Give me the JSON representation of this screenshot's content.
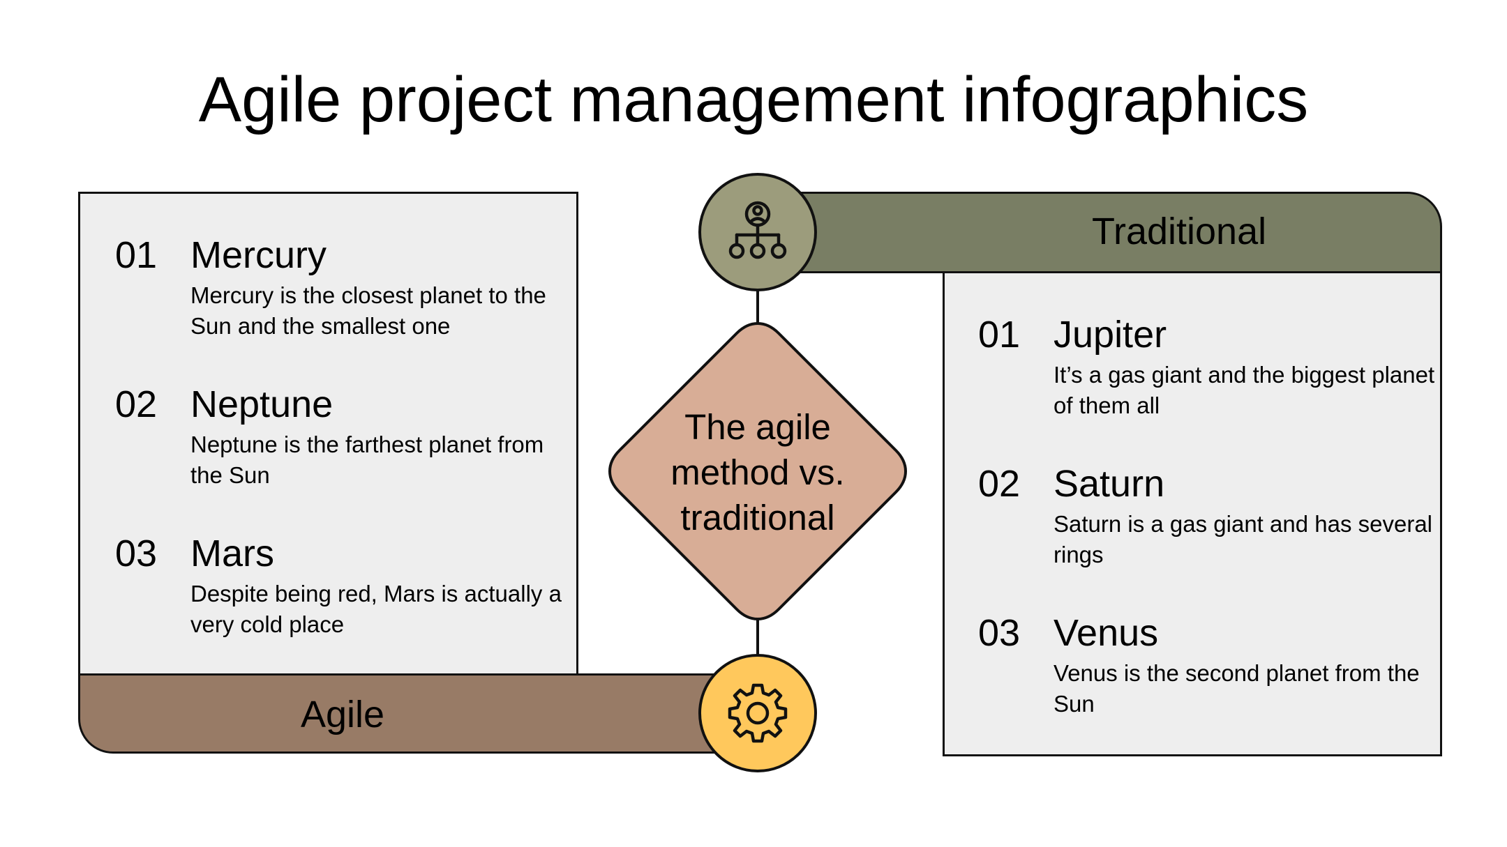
{
  "title": "Agile project management infographics",
  "center": {
    "text": "The agile method vs. traditional"
  },
  "agile": {
    "label": "Agile",
    "items": [
      {
        "num": "01",
        "title": "Mercury",
        "desc": "Mercury is the closest planet to the Sun and the smallest one"
      },
      {
        "num": "02",
        "title": "Neptune",
        "desc": "Neptune is the farthest planet from the Sun"
      },
      {
        "num": "03",
        "title": "Mars",
        "desc": "Despite being red, Mars is actually a very cold place"
      }
    ]
  },
  "traditional": {
    "label": "Traditional",
    "items": [
      {
        "num": "01",
        "title": "Jupiter",
        "desc": "It’s a gas giant and the biggest planet of them all"
      },
      {
        "num": "02",
        "title": "Saturn",
        "desc": "Saturn is a gas giant and has several rings"
      },
      {
        "num": "03",
        "title": "Venus",
        "desc": "Venus is the second planet from the Sun"
      }
    ]
  },
  "colors": {
    "agile_bar": "#987b66",
    "traditional_bar": "#797e64",
    "diamond": "#d8ad96",
    "gear_circle": "#ffc85c",
    "hierarchy_circle": "#9c9c7c",
    "panel": "#eeeeee"
  },
  "icons": {
    "top": "hierarchy-icon",
    "bottom": "gear-icon"
  }
}
